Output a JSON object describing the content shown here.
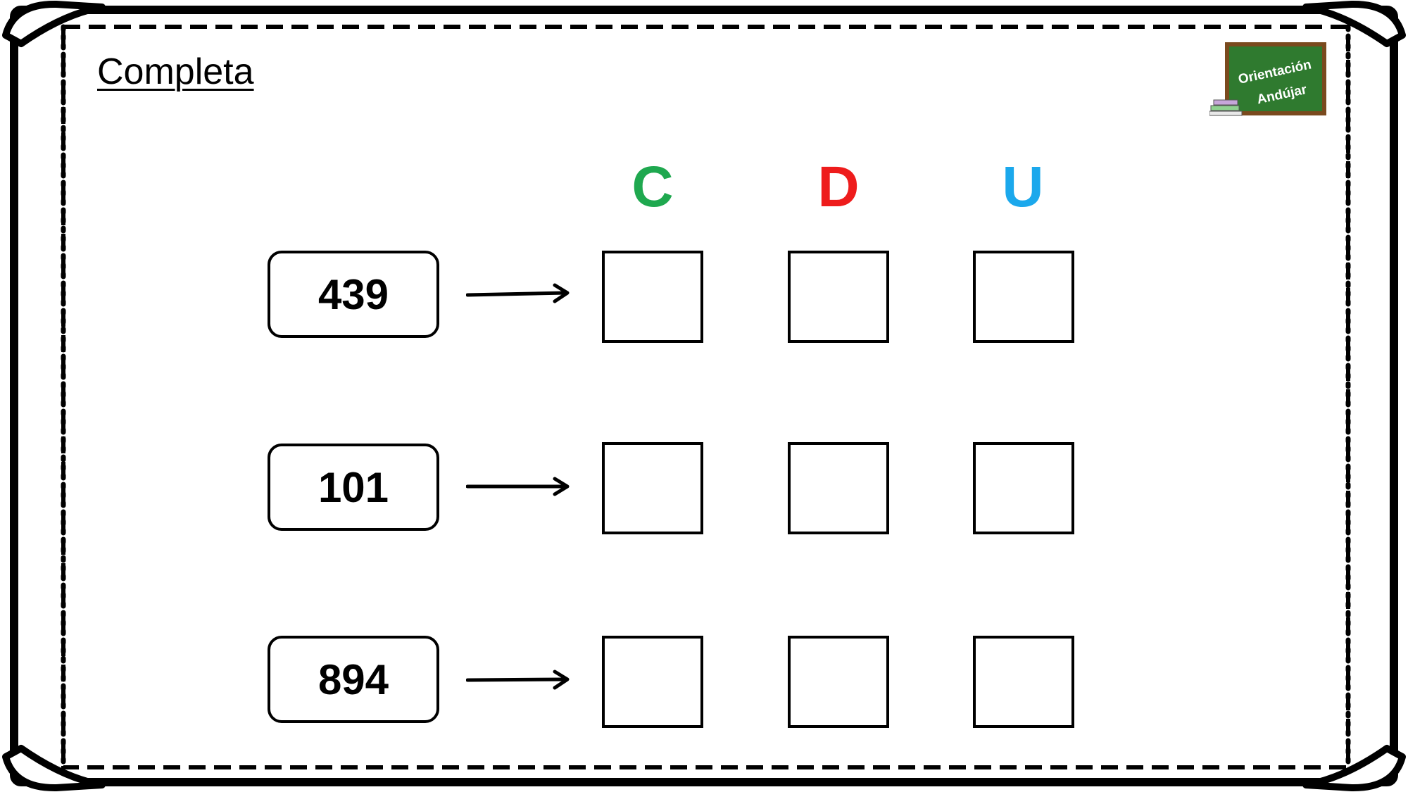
{
  "title": "Completa",
  "logo": {
    "line1": "Orientación",
    "line2": "Andújar",
    "board_color": "#2f7a2f",
    "frame_color": "#7a4a1e"
  },
  "columns": [
    {
      "label": "C",
      "color": "#1fa84f"
    },
    {
      "label": "D",
      "color": "#ee1c1c"
    },
    {
      "label": "U",
      "color": "#1ba8ec"
    }
  ],
  "rows": [
    {
      "number": "439"
    },
    {
      "number": "101"
    },
    {
      "number": "894"
    }
  ]
}
